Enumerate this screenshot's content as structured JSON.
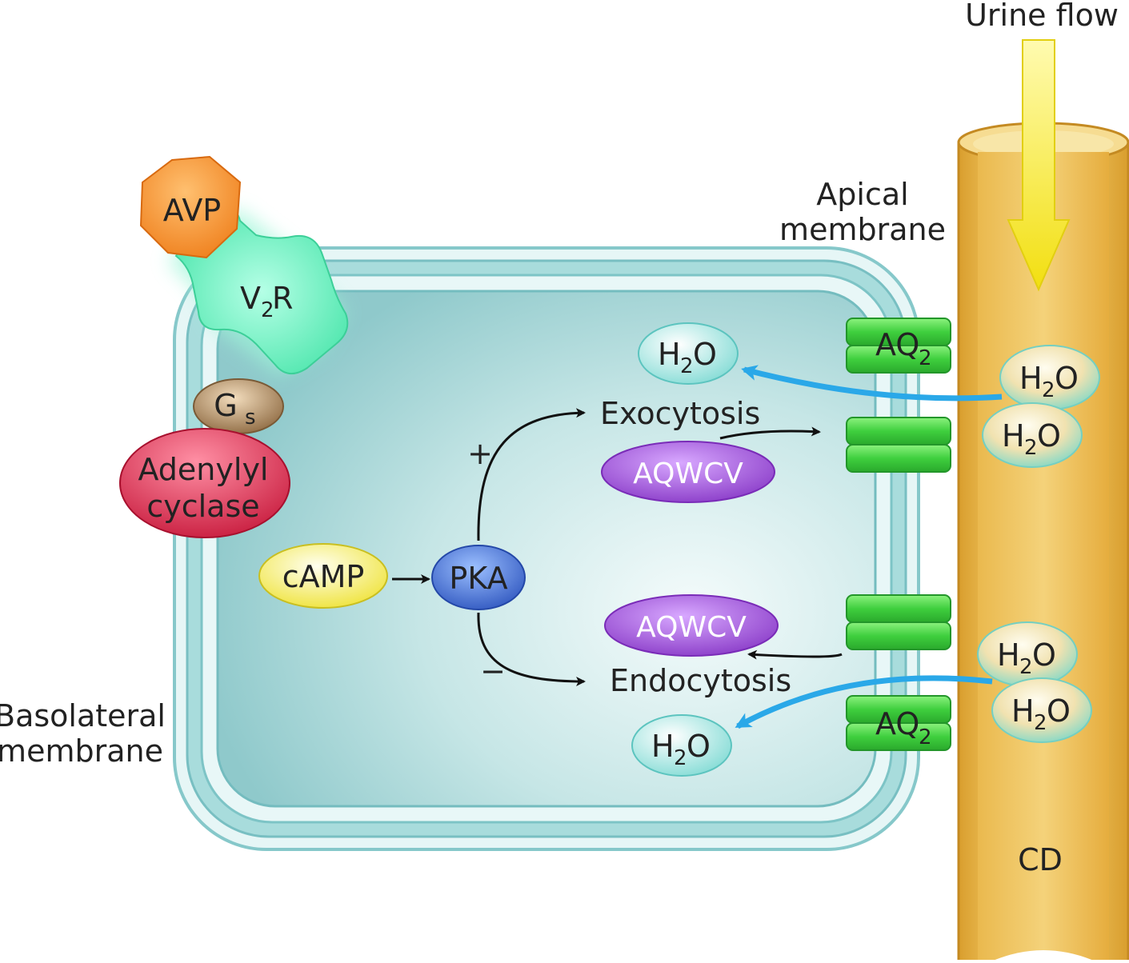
{
  "labels": {
    "urine_flow": "Urine flow",
    "apical_1": "Apical",
    "apical_2": "membrane",
    "basolateral_1": "Basolateral",
    "basolateral_2": "membrane",
    "avp": "AVP",
    "v2r_main": "V",
    "v2r_sub": "2",
    "v2r_tail": "R",
    "gs_main": "G",
    "gs_sub": "s",
    "adenylyl_1": "Adenylyl",
    "adenylyl_2": "cyclase",
    "camp": "cAMP",
    "pka": "PKA",
    "plus": "+",
    "minus": "−",
    "exocytosis": "Exocytosis",
    "endocytosis": "Endocytosis",
    "aqwcv_top": "AQWCV",
    "aqwcv_bottom": "AQWCV",
    "aq_main": "AQ",
    "aq_sub": "2",
    "h2o_h": "H",
    "h2o_sub": "2",
    "h2o_o": "O",
    "cd": "CD"
  },
  "colors": {
    "cell_fill": "#c6e6e6",
    "membrane": "#7ec5c8",
    "duct": "#e6b347",
    "duct_light": "#f5d585",
    "arrow_yellow": "#f6e820",
    "water_arrow": "#2aa8e8",
    "avp": "#f5912c",
    "v2r": "#4fe8b0",
    "gs": "#b08a60",
    "adenylyl": "#e0304f",
    "camp": "#f6f05a",
    "pka": "#4a78d8",
    "aqwcv": "#9a4ad8",
    "aq": "#44d24a",
    "h2o_teal": "#aeeae6",
    "h2o_tan": "#e8d8a0"
  }
}
